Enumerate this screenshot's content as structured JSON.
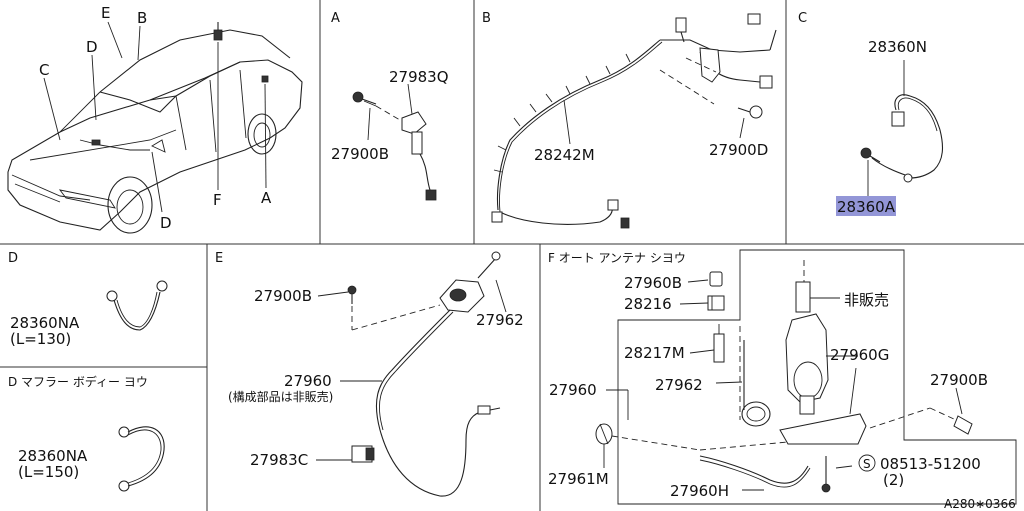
{
  "sections": {
    "overview": {
      "callouts": {
        "e": "E",
        "b": "B",
        "d_top": "D",
        "c": "C",
        "d_bottom": "D",
        "f": "F",
        "a": "A"
      }
    },
    "a": {
      "title": "A",
      "parts": {
        "p1": "27983Q",
        "p2": "27900B"
      }
    },
    "b": {
      "title": "B",
      "parts": {
        "p1": "28242M",
        "p2": "27900D"
      }
    },
    "c": {
      "title": "C",
      "parts": {
        "p1": "28360N",
        "p2": "28360A"
      }
    },
    "d1": {
      "title": "D",
      "parts": {
        "p1": "28360NA",
        "p1_note": "(L=130)"
      }
    },
    "d2": {
      "title": "D  マフラー  ボディー  ヨウ",
      "parts": {
        "p1": "28360NA",
        "p1_note": "(L=150)"
      }
    },
    "e": {
      "title": "E",
      "parts": {
        "p1": "27900B",
        "p2": "27962",
        "p3": "27960",
        "p3_note": "(構成部品は非販売)",
        "p4": "27983C"
      }
    },
    "f": {
      "title": "F  オート  アンテナ  シヨウ",
      "parts": {
        "p1": "27960B",
        "p2": "28216",
        "p3": "非販売",
        "p4": "28217M",
        "p5": "27960G",
        "p6": "27960",
        "p7": "27962",
        "p8": "27900B",
        "p9": "27961M",
        "p10": "08513-51200",
        "p10_note": "(2)",
        "p11": "27960H"
      },
      "s_symbol": "S"
    },
    "footer": {
      "ref": "A280∗0366"
    }
  },
  "highlight": {
    "part": "28360A",
    "color": "#6f73c9"
  }
}
